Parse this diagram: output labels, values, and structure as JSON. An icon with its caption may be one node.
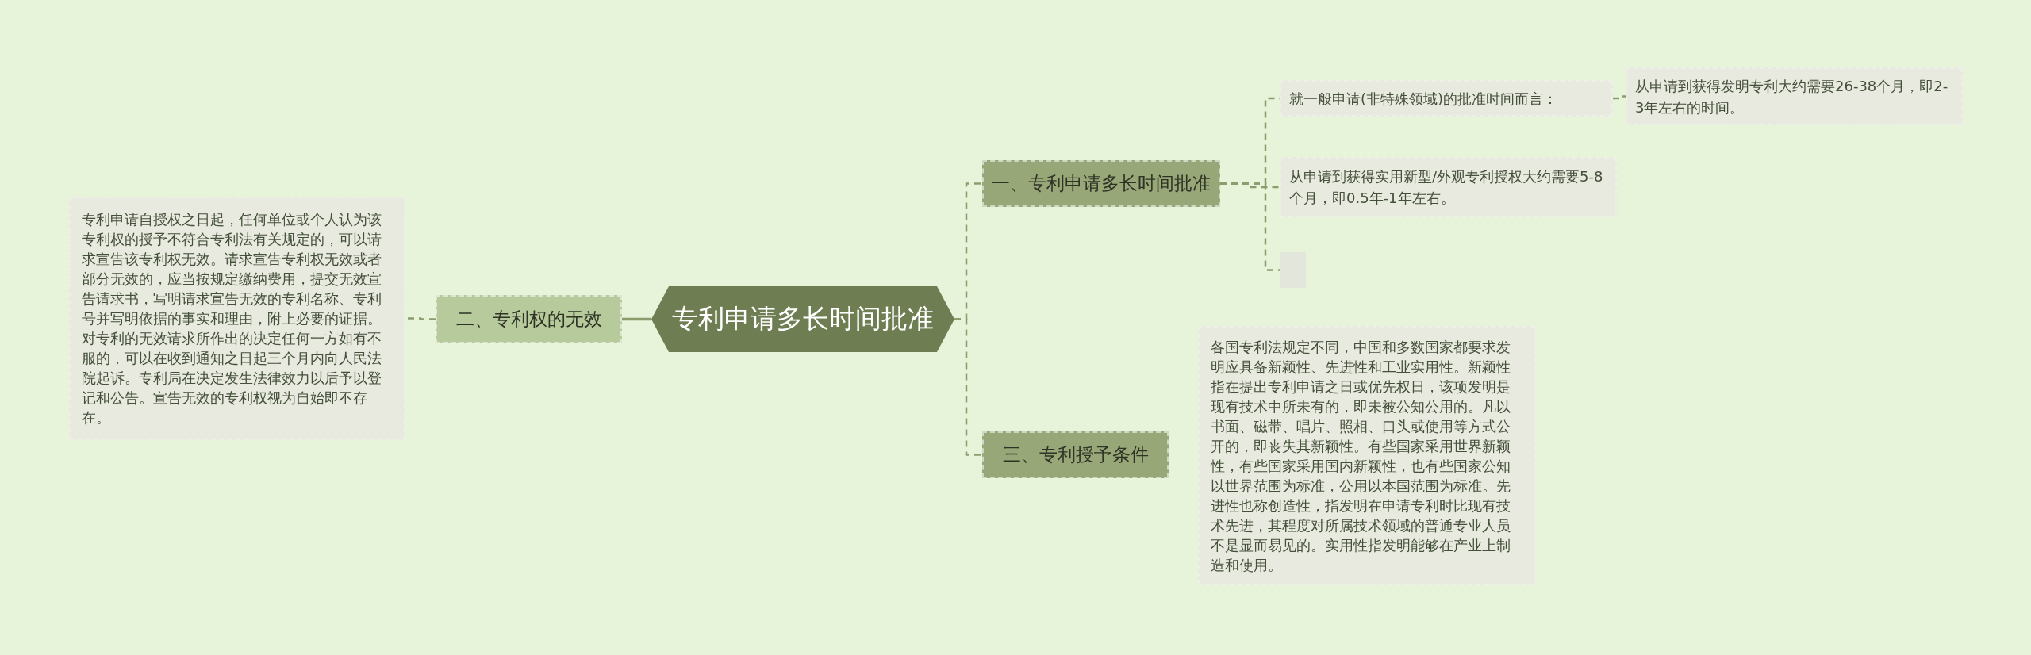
{
  "diagram": {
    "nodes": [
      {
        "text": [
          "专利申请多长时间批准"
        ]
      },
      {
        "text": [
          "一、专利申请多长时间批准"
        ]
      },
      {
        "text": [
          "就一般申请(非特殊领域)的批准时间而言："
        ]
      },
      {
        "text": [
          "从申请到获得发明专利大约需要26-38个月，即2-3年左右的时间。"
        ]
      },
      {
        "text": [
          "从申请到获得实用新型/外观专利授权大约需要5-8个月，即0.5年-1年左右。"
        ]
      },
      {
        "text": [],
        "shape": "box"
      },
      {
        "text": [
          "二、专利权的无效"
        ]
      },
      {
        "text": [
          "专利申请自授权之日起，任何单位或个人认为该专利权的授予不符合专利法有关规定的，可以请求宣告该专利权无效。请求宣告专利权无效或者部分无效的，应当按规定缴纳费用，提交无效宣告请求书，写明请求宣告无效的专利名称、专利号并写明依据的事实和理由，附上必要的证据。对专利的无效请求所作出的决定任何一方如有不服的，可以在收到通知之日起三个月内向人民法院起诉。专利局在决定发生法律效力以后予以登记和公告。宣告无效的专利权视为自始即不存在。"
        ]
      },
      {
        "text": [
          "三、专利授予条件"
        ]
      },
      {
        "text": [
          "各国专利法规定不同，中国和多数国家都要求发明应具备新颖性、先进性和工业实用性。新颖性指在提出专利申请之日或优先权日，该项发明是现有技术中所未有的，即未被公知公用的。凡以书面、磁带、唱片、照相、口头或使用等方式公开的，即丧失其新颖性。有些国家采用世界新颖性，有些国家采用国内新颖性，也有些国家公知以世界范围为标准，公用以本国范围为标准。先进性也称创造性，指发明在申请专利时比现有技术先进，其程度对所属技术领域的普通专业人员不是显而易见的。实用性指发明能够在产业上制造和使用。"
        ]
      }
    ],
    "edges": [
      {
        "from": 0,
        "to": 1,
        "arrow": "none",
        "style": "dashed"
      },
      {
        "from": 1,
        "to": 2,
        "arrow": "none",
        "style": "dashed"
      },
      {
        "from": 2,
        "to": 3,
        "arrow": "none",
        "style": "dashed"
      },
      {
        "from": 1,
        "to": 4,
        "arrow": "none",
        "style": "dashed"
      },
      {
        "from": 1,
        "to": 5,
        "arrow": "none",
        "style": "dashed"
      },
      {
        "from": 0,
        "to": 6,
        "arrow": "none"
      },
      {
        "from": 6,
        "to": 7,
        "arrow": "none",
        "style": "dashed"
      },
      {
        "from": 0,
        "to": 8,
        "arrow": "none",
        "style": "dashed"
      }
    ]
  }
}
